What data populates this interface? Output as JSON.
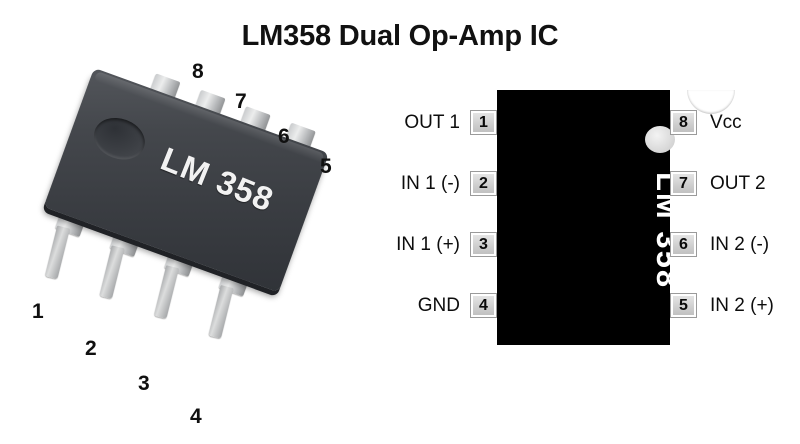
{
  "title": "LM358 Dual Op-Amp IC",
  "photo": {
    "marking": "LM 358",
    "alt": "photograph of 8-pin DIP LM358 integrated circuit",
    "pin_numbers_top": [
      "8",
      "7",
      "6",
      "5"
    ],
    "pin_numbers_bottom": [
      "1",
      "2",
      "3",
      "4"
    ]
  },
  "pinout": {
    "marking": "LM 358",
    "package": "8-pin DIP",
    "left_pins": [
      {
        "number": "1",
        "label": "OUT 1"
      },
      {
        "number": "2",
        "label": "IN 1 (-)"
      },
      {
        "number": "3",
        "label": "IN 1 (+)"
      },
      {
        "number": "4",
        "label": "GND"
      }
    ],
    "right_pins": [
      {
        "number": "8",
        "label": "Vcc"
      },
      {
        "number": "7",
        "label": "OUT 2"
      },
      {
        "number": "6",
        "label": "IN 2 (-)"
      },
      {
        "number": "5",
        "label": "IN 2 (+)"
      }
    ]
  },
  "colors": {
    "background": "#ffffff",
    "chip_body": "#000000",
    "photo_body": "#3a3d42",
    "pin_metal": "#d2d2d2",
    "text": "#0d0d0d"
  }
}
